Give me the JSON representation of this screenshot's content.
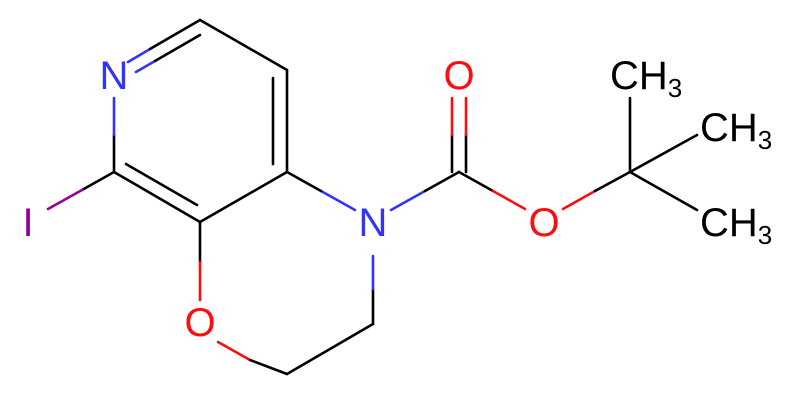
{
  "molecule": {
    "atoms": {
      "n_pyridine": "N",
      "iodine": "I",
      "o_ring": "O",
      "n_ring": "N",
      "o_carbonyl": "O",
      "o_ester": "O",
      "methyl_1": "CH",
      "methyl_2": "CH",
      "methyl_3": "CH",
      "methyl_subscript": "3"
    },
    "colors": {
      "carbon": "#000000",
      "nitrogen": "#3333ff",
      "oxygen": "#ff0d0d",
      "iodine": "#940094"
    }
  }
}
